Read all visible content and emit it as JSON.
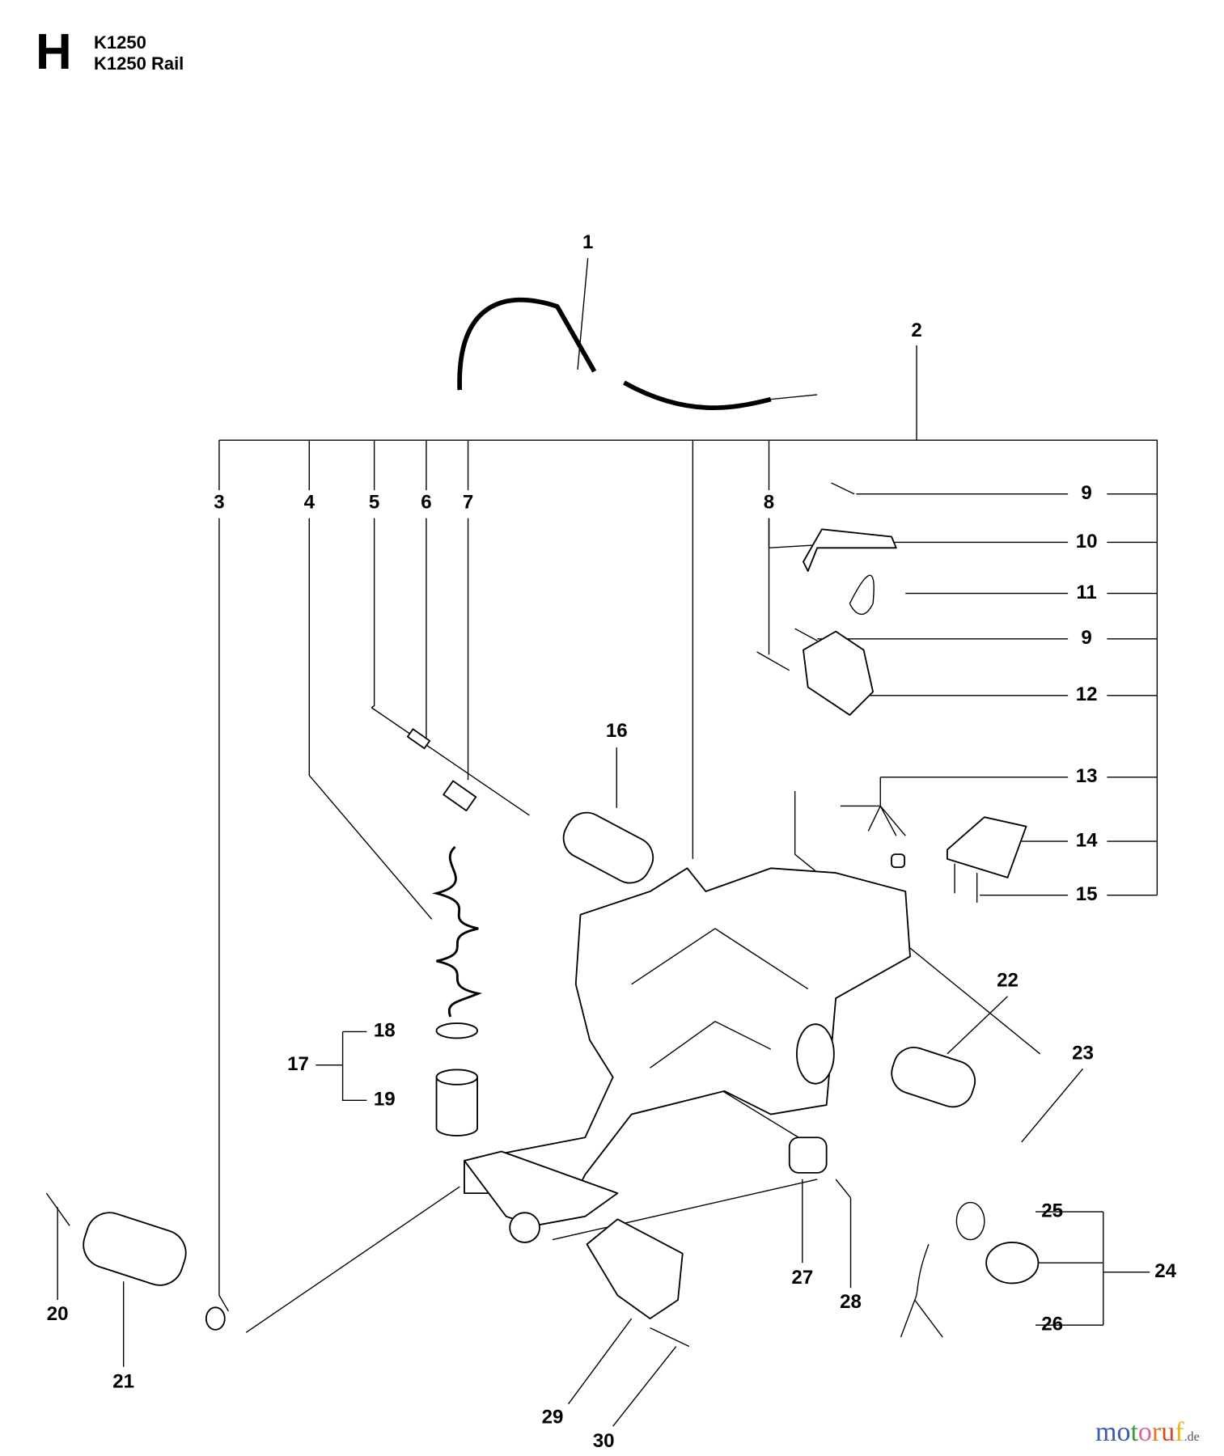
{
  "header": {
    "section_letter": "H",
    "models": [
      "K1250",
      "K1250 Rail"
    ]
  },
  "callouts": {
    "c1": "1",
    "c2": "2",
    "c3": "3",
    "c4": "4",
    "c5": "5",
    "c6": "6",
    "c7": "7",
    "c8": "8",
    "c9a": "9",
    "c10": "10",
    "c11": "11",
    "c9b": "9",
    "c12": "12",
    "c13": "13",
    "c14": "14",
    "c15": "15",
    "c16": "16",
    "c17": "17",
    "c18": "18",
    "c19": "19",
    "c20": "20",
    "c21": "21",
    "c22": "22",
    "c23": "23",
    "c24": "24",
    "c25": "25",
    "c26": "26",
    "c27": "27",
    "c28": "28",
    "c29": "29",
    "c30": "30"
  },
  "watermark": {
    "letters": [
      "m",
      "o",
      "t",
      "o",
      "r",
      "u",
      "f"
    ],
    "tld": ".de",
    "colors": [
      "#3a5bb0",
      "#3a5bb0",
      "#3a9a3a",
      "#e0609a",
      "#e07a1a",
      "#d84a20",
      "#e8b818"
    ]
  }
}
